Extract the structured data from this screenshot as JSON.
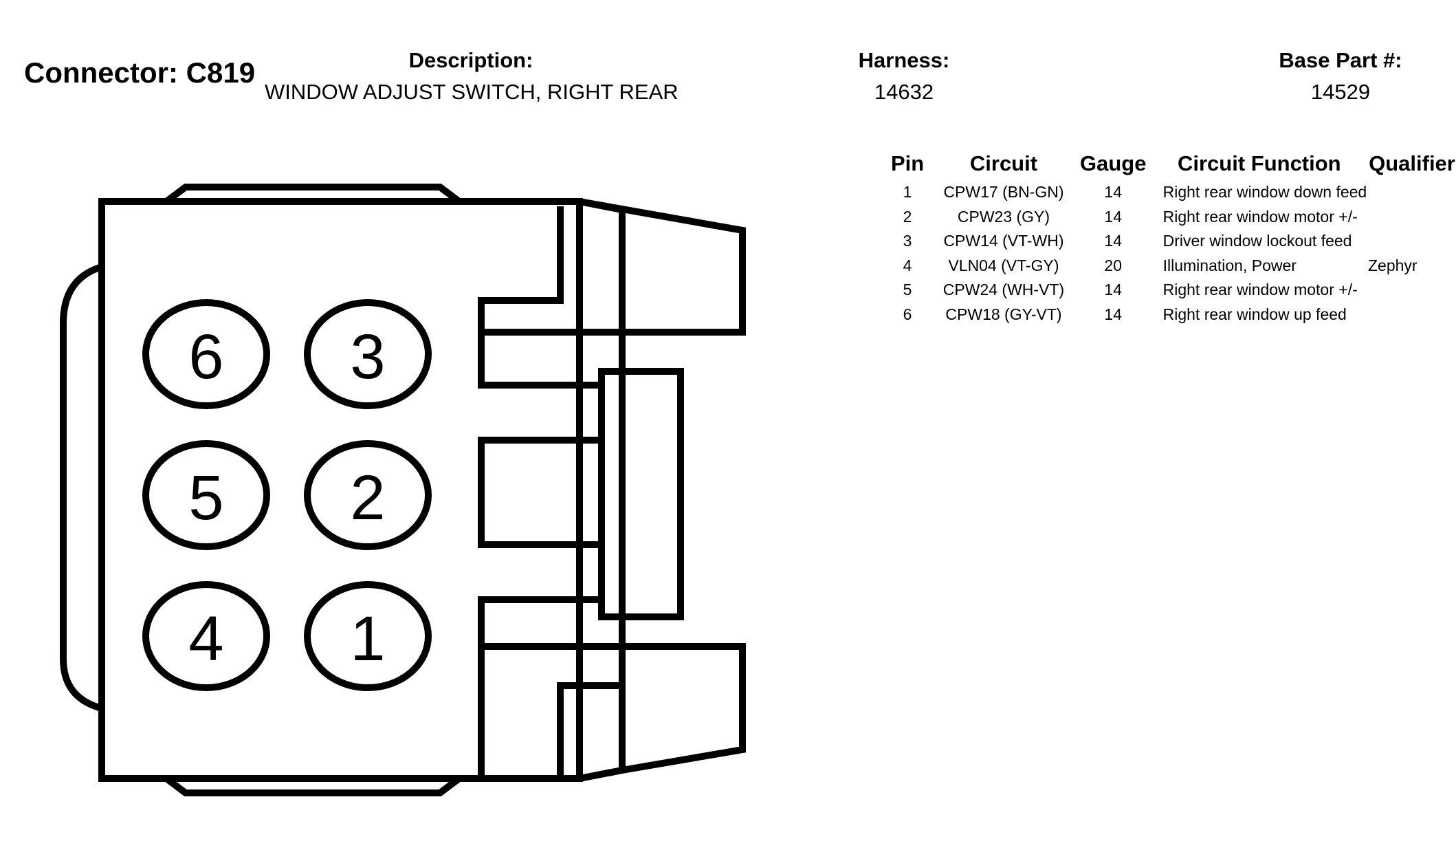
{
  "connector": {
    "title": "Connector: C819"
  },
  "description": {
    "label": "Description:",
    "value": "WINDOW ADJUST SWITCH, RIGHT REAR"
  },
  "harness": {
    "label": "Harness:",
    "value": "14632"
  },
  "base_part": {
    "label": "Base Part #:",
    "value": "14529"
  },
  "table": {
    "headers": {
      "pin": "Pin",
      "circuit": "Circuit",
      "gauge": "Gauge",
      "function": "Circuit Function",
      "qualifier": "Qualifier"
    },
    "rows": [
      {
        "pin": "1",
        "circuit": "CPW17 (BN-GN)",
        "gauge": "14",
        "function": "Right rear window down feed",
        "qualifier": ""
      },
      {
        "pin": "2",
        "circuit": "CPW23 (GY)",
        "gauge": "14",
        "function": "Right rear window motor +/-",
        "qualifier": ""
      },
      {
        "pin": "3",
        "circuit": "CPW14 (VT-WH)",
        "gauge": "14",
        "function": "Driver window lockout feed",
        "qualifier": ""
      },
      {
        "pin": "4",
        "circuit": "VLN04 (VT-GY)",
        "gauge": "20",
        "function": "Illumination, Power",
        "qualifier": "Zephyr"
      },
      {
        "pin": "5",
        "circuit": "CPW24 (WH-VT)",
        "gauge": "14",
        "function": "Right rear window motor +/-",
        "qualifier": ""
      },
      {
        "pin": "6",
        "circuit": "CPW18 (GY-VT)",
        "gauge": "14",
        "function": "Right rear window up feed",
        "qualifier": ""
      }
    ]
  },
  "diagram": {
    "pins": {
      "p6": "6",
      "p3": "3",
      "p5": "5",
      "p2": "2",
      "p4": "4",
      "p1": "1"
    }
  }
}
